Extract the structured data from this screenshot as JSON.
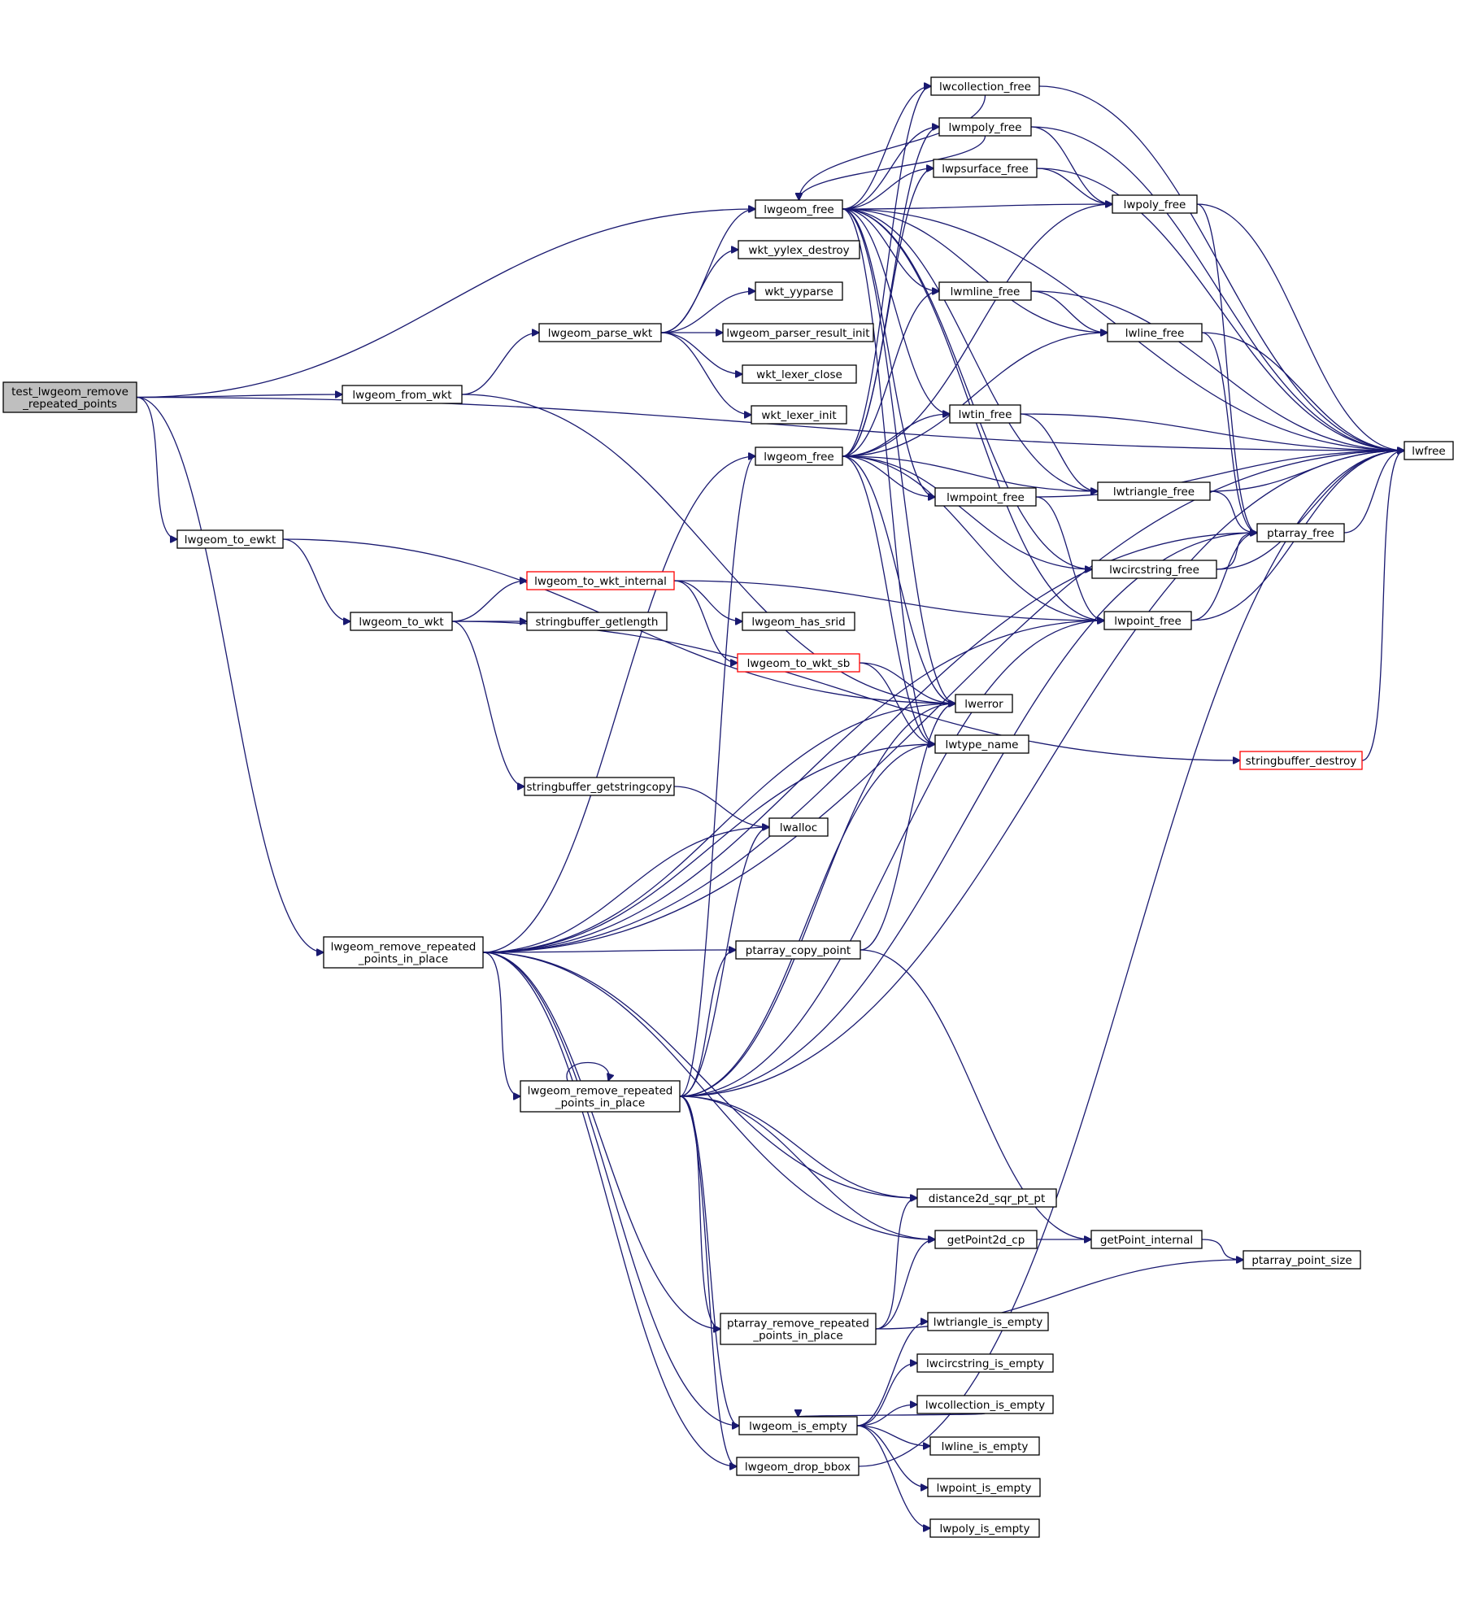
{
  "graph": {
    "nodes": [
      {
        "id": "test_lwgeom_remove_repeated_points",
        "lines": [
          "test_lwgeom_remove",
          "_repeated_points"
        ],
        "style": "root"
      },
      {
        "id": "lwgeom_free_1",
        "lines": [
          "lwgeom_free"
        ]
      },
      {
        "id": "lwgeom_from_wkt",
        "lines": [
          "lwgeom_from_wkt"
        ]
      },
      {
        "id": "lwgeom_to_ewkt",
        "lines": [
          "lwgeom_to_ewkt"
        ]
      },
      {
        "id": "lwgeom_remove_repeated_points_in_place_1",
        "lines": [
          "lwgeom_remove_repeated",
          "_points_in_place"
        ]
      },
      {
        "id": "lwfree",
        "lines": [
          "lwfree"
        ]
      },
      {
        "id": "lwcollection_free",
        "lines": [
          "lwcollection_free"
        ]
      },
      {
        "id": "lwmpoly_free",
        "lines": [
          "lwmpoly_free"
        ]
      },
      {
        "id": "lwpsurface_free",
        "lines": [
          "lwpsurface_free"
        ]
      },
      {
        "id": "lwpoly_free",
        "lines": [
          "lwpoly_free"
        ]
      },
      {
        "id": "lwmline_free",
        "lines": [
          "lwmline_free"
        ]
      },
      {
        "id": "lwline_free",
        "lines": [
          "lwline_free"
        ]
      },
      {
        "id": "lwtin_free",
        "lines": [
          "lwtin_free"
        ]
      },
      {
        "id": "lwmpoint_free",
        "lines": [
          "lwmpoint_free"
        ]
      },
      {
        "id": "lwtriangle_free",
        "lines": [
          "lwtriangle_free"
        ]
      },
      {
        "id": "lwcircstring_free",
        "lines": [
          "lwcircstring_free"
        ]
      },
      {
        "id": "lwpoint_free",
        "lines": [
          "lwpoint_free"
        ]
      },
      {
        "id": "ptarray_free",
        "lines": [
          "ptarray_free"
        ]
      },
      {
        "id": "lwerror",
        "lines": [
          "lwerror"
        ]
      },
      {
        "id": "lwtype_name",
        "lines": [
          "lwtype_name"
        ]
      },
      {
        "id": "lwgeom_parse_wkt",
        "lines": [
          "lwgeom_parse_wkt"
        ]
      },
      {
        "id": "wkt_yylex_destroy",
        "lines": [
          "wkt_yylex_destroy"
        ]
      },
      {
        "id": "wkt_yyparse",
        "lines": [
          "wkt_yyparse"
        ]
      },
      {
        "id": "lwgeom_parser_result_init",
        "lines": [
          "lwgeom_parser_result_init"
        ]
      },
      {
        "id": "wkt_lexer_close",
        "lines": [
          "wkt_lexer_close"
        ]
      },
      {
        "id": "wkt_lexer_init",
        "lines": [
          "wkt_lexer_init"
        ]
      },
      {
        "id": "lwgeom_free_2",
        "lines": [
          "lwgeom_free"
        ]
      },
      {
        "id": "lwgeom_to_wkt",
        "lines": [
          "lwgeom_to_wkt"
        ]
      },
      {
        "id": "lwgeom_to_wkt_internal",
        "lines": [
          "lwgeom_to_wkt_internal"
        ],
        "style": "red"
      },
      {
        "id": "stringbuffer_getlength",
        "lines": [
          "stringbuffer_getlength"
        ]
      },
      {
        "id": "lwgeom_has_srid",
        "lines": [
          "lwgeom_has_srid"
        ]
      },
      {
        "id": "lwgeom_to_wkt_sb",
        "lines": [
          "lwgeom_to_wkt_sb"
        ],
        "style": "red"
      },
      {
        "id": "stringbuffer_getstringcopy",
        "lines": [
          "stringbuffer_getstringcopy"
        ]
      },
      {
        "id": "lwalloc",
        "lines": [
          "lwalloc"
        ]
      },
      {
        "id": "stringbuffer_destroy",
        "lines": [
          "stringbuffer_destroy"
        ],
        "style": "red"
      },
      {
        "id": "ptarray_copy_point",
        "lines": [
          "ptarray_copy_point"
        ]
      },
      {
        "id": "lwgeom_remove_repeated_points_in_place_2",
        "lines": [
          "lwgeom_remove_repeated",
          "_points_in_place"
        ]
      },
      {
        "id": "distance2d_sqr_pt_pt",
        "lines": [
          "distance2d_sqr_pt_pt"
        ]
      },
      {
        "id": "getPoint2d_cp",
        "lines": [
          "getPoint2d_cp"
        ]
      },
      {
        "id": "getPoint_internal",
        "lines": [
          "getPoint_internal"
        ]
      },
      {
        "id": "ptarray_point_size",
        "lines": [
          "ptarray_point_size"
        ]
      },
      {
        "id": "ptarray_remove_repeated_points_in_place",
        "lines": [
          "ptarray_remove_repeated",
          "_points_in_place"
        ]
      },
      {
        "id": "lwtriangle_is_empty",
        "lines": [
          "lwtriangle_is_empty"
        ]
      },
      {
        "id": "lwcircstring_is_empty",
        "lines": [
          "lwcircstring_is_empty"
        ]
      },
      {
        "id": "lwcollection_is_empty",
        "lines": [
          "lwcollection_is_empty"
        ]
      },
      {
        "id": "lwgeom_is_empty",
        "lines": [
          "lwgeom_is_empty"
        ]
      },
      {
        "id": "lwline_is_empty",
        "lines": [
          "lwline_is_empty"
        ]
      },
      {
        "id": "lwgeom_drop_bbox",
        "lines": [
          "lwgeom_drop_bbox"
        ]
      },
      {
        "id": "lwpoint_is_empty",
        "lines": [
          "lwpoint_is_empty"
        ]
      },
      {
        "id": "lwpoly_is_empty",
        "lines": [
          "lwpoly_is_empty"
        ]
      }
    ],
    "edges": [
      [
        "test_lwgeom_remove_repeated_points",
        "lwfree"
      ],
      [
        "test_lwgeom_remove_repeated_points",
        "lwgeom_free_1"
      ],
      [
        "test_lwgeom_remove_repeated_points",
        "lwgeom_from_wkt"
      ],
      [
        "test_lwgeom_remove_repeated_points",
        "lwgeom_to_ewkt"
      ],
      [
        "test_lwgeom_remove_repeated_points",
        "lwgeom_remove_repeated_points_in_place_1"
      ],
      [
        "lwgeom_free_1",
        "lwcollection_free"
      ],
      [
        "lwgeom_free_1",
        "lwmpoly_free"
      ],
      [
        "lwgeom_free_1",
        "lwpsurface_free"
      ],
      [
        "lwgeom_free_1",
        "lwpoly_free"
      ],
      [
        "lwgeom_free_1",
        "lwmline_free"
      ],
      [
        "lwgeom_free_1",
        "lwline_free"
      ],
      [
        "lwgeom_free_1",
        "lwtin_free"
      ],
      [
        "lwgeom_free_1",
        "lwmpoint_free"
      ],
      [
        "lwgeom_free_1",
        "lwtriangle_free"
      ],
      [
        "lwgeom_free_1",
        "lwcircstring_free"
      ],
      [
        "lwgeom_free_1",
        "lwpoint_free"
      ],
      [
        "lwgeom_free_1",
        "lwerror"
      ],
      [
        "lwgeom_free_1",
        "lwtype_name"
      ],
      [
        "lwgeom_free_1",
        "lwfree"
      ],
      [
        "lwcollection_free",
        "lwgeom_free_1"
      ],
      [
        "lwcollection_free",
        "lwfree"
      ],
      [
        "lwmpoly_free",
        "lwgeom_free_1"
      ],
      [
        "lwmpoly_free",
        "lwpoly_free"
      ],
      [
        "lwmpoly_free",
        "lwfree"
      ],
      [
        "lwpsurface_free",
        "lwpoly_free"
      ],
      [
        "lwpsurface_free",
        "lwfree"
      ],
      [
        "lwpoly_free",
        "ptarray_free"
      ],
      [
        "lwpoly_free",
        "lwfree"
      ],
      [
        "lwmline_free",
        "lwline_free"
      ],
      [
        "lwmline_free",
        "lwfree"
      ],
      [
        "lwline_free",
        "ptarray_free"
      ],
      [
        "lwline_free",
        "lwfree"
      ],
      [
        "lwtin_free",
        "lwtriangle_free"
      ],
      [
        "lwtin_free",
        "lwfree"
      ],
      [
        "lwmpoint_free",
        "lwpoint_free"
      ],
      [
        "lwmpoint_free",
        "lwfree"
      ],
      [
        "lwtriangle_free",
        "ptarray_free"
      ],
      [
        "lwtriangle_free",
        "lwfree"
      ],
      [
        "lwcircstring_free",
        "ptarray_free"
      ],
      [
        "lwcircstring_free",
        "lwfree"
      ],
      [
        "lwpoint_free",
        "ptarray_free"
      ],
      [
        "lwpoint_free",
        "lwfree"
      ],
      [
        "ptarray_free",
        "lwfree"
      ],
      [
        "lwgeom_from_wkt",
        "lwgeom_parse_wkt"
      ],
      [
        "lwgeom_from_wkt",
        "lwerror"
      ],
      [
        "lwgeom_parse_wkt",
        "lwgeom_free_1"
      ],
      [
        "lwgeom_parse_wkt",
        "wkt_yylex_destroy"
      ],
      [
        "lwgeom_parse_wkt",
        "wkt_yyparse"
      ],
      [
        "lwgeom_parse_wkt",
        "lwgeom_parser_result_init"
      ],
      [
        "lwgeom_parse_wkt",
        "wkt_lexer_close"
      ],
      [
        "lwgeom_parse_wkt",
        "wkt_lexer_init"
      ],
      [
        "lwgeom_to_ewkt",
        "lwgeom_to_wkt"
      ],
      [
        "lwgeom_to_ewkt",
        "lwerror"
      ],
      [
        "lwgeom_to_wkt",
        "lwgeom_to_wkt_internal"
      ],
      [
        "lwgeom_to_wkt",
        "stringbuffer_getlength"
      ],
      [
        "lwgeom_to_wkt",
        "stringbuffer_getstringcopy"
      ],
      [
        "lwgeom_to_wkt",
        "stringbuffer_destroy"
      ],
      [
        "lwgeom_to_wkt_internal",
        "lwgeom_has_srid"
      ],
      [
        "lwgeom_to_wkt_internal",
        "lwgeom_to_wkt_sb"
      ],
      [
        "lwgeom_to_wkt_internal",
        "lwpoint_free"
      ],
      [
        "lwgeom_to_wkt_sb",
        "lwerror"
      ],
      [
        "lwgeom_to_wkt_sb",
        "lwtype_name"
      ],
      [
        "stringbuffer_getstringcopy",
        "lwalloc"
      ],
      [
        "stringbuffer_destroy",
        "lwfree"
      ],
      [
        "lwgeom_free_2",
        "lwcollection_free"
      ],
      [
        "lwgeom_free_2",
        "lwmpoly_free"
      ],
      [
        "lwgeom_free_2",
        "lwpsurface_free"
      ],
      [
        "lwgeom_free_2",
        "lwpoly_free"
      ],
      [
        "lwgeom_free_2",
        "lwmline_free"
      ],
      [
        "lwgeom_free_2",
        "lwline_free"
      ],
      [
        "lwgeom_free_2",
        "lwtin_free"
      ],
      [
        "lwgeom_free_2",
        "lwmpoint_free"
      ],
      [
        "lwgeom_free_2",
        "lwtriangle_free"
      ],
      [
        "lwgeom_free_2",
        "lwcircstring_free"
      ],
      [
        "lwgeom_free_2",
        "lwpoint_free"
      ],
      [
        "lwgeom_free_2",
        "lwerror"
      ],
      [
        "lwgeom_free_2",
        "lwtype_name"
      ],
      [
        "lwgeom_remove_repeated_points_in_place_1",
        "lwgeom_free_2"
      ],
      [
        "lwgeom_remove_repeated_points_in_place_1",
        "lwerror"
      ],
      [
        "lwgeom_remove_repeated_points_in_place_1",
        "ptarray_free"
      ],
      [
        "lwgeom_remove_repeated_points_in_place_1",
        "lwalloc"
      ],
      [
        "lwgeom_remove_repeated_points_in_place_1",
        "lwtype_name"
      ],
      [
        "lwgeom_remove_repeated_points_in_place_1",
        "lwpoint_free"
      ],
      [
        "lwgeom_remove_repeated_points_in_place_1",
        "ptarray_copy_point"
      ],
      [
        "lwgeom_remove_repeated_points_in_place_1",
        "lwgeom_remove_repeated_points_in_place_2"
      ],
      [
        "lwgeom_remove_repeated_points_in_place_1",
        "distance2d_sqr_pt_pt"
      ],
      [
        "lwgeom_remove_repeated_points_in_place_1",
        "getPoint2d_cp"
      ],
      [
        "lwgeom_remove_repeated_points_in_place_1",
        "ptarray_remove_repeated_points_in_place"
      ],
      [
        "lwgeom_remove_repeated_points_in_place_1",
        "lwgeom_is_empty"
      ],
      [
        "lwgeom_remove_repeated_points_in_place_1",
        "lwgeom_drop_bbox"
      ],
      [
        "lwgeom_remove_repeated_points_in_place_1",
        "lwfree"
      ],
      [
        "ptarray_copy_point",
        "lwerror"
      ],
      [
        "ptarray_copy_point",
        "getPoint_internal"
      ],
      [
        "lwgeom_remove_repeated_points_in_place_2",
        "lwgeom_remove_repeated_points_in_place_2"
      ],
      [
        "lwgeom_remove_repeated_points_in_place_2",
        "lwgeom_free_2"
      ],
      [
        "lwgeom_remove_repeated_points_in_place_2",
        "lwalloc"
      ],
      [
        "lwgeom_remove_repeated_points_in_place_2",
        "ptarray_copy_point"
      ],
      [
        "lwgeom_remove_repeated_points_in_place_2",
        "lwerror"
      ],
      [
        "lwgeom_remove_repeated_points_in_place_2",
        "lwtype_name"
      ],
      [
        "lwgeom_remove_repeated_points_in_place_2",
        "lwpoint_free"
      ],
      [
        "lwgeom_remove_repeated_points_in_place_2",
        "ptarray_free"
      ],
      [
        "lwgeom_remove_repeated_points_in_place_2",
        "lwfree"
      ],
      [
        "lwgeom_remove_repeated_points_in_place_2",
        "distance2d_sqr_pt_pt"
      ],
      [
        "lwgeom_remove_repeated_points_in_place_2",
        "getPoint2d_cp"
      ],
      [
        "lwgeom_remove_repeated_points_in_place_2",
        "ptarray_remove_repeated_points_in_place"
      ],
      [
        "lwgeom_remove_repeated_points_in_place_2",
        "lwgeom_is_empty"
      ],
      [
        "lwgeom_remove_repeated_points_in_place_2",
        "lwgeom_drop_bbox"
      ],
      [
        "getPoint2d_cp",
        "getPoint_internal"
      ],
      [
        "getPoint_internal",
        "ptarray_point_size"
      ],
      [
        "ptarray_remove_repeated_points_in_place",
        "distance2d_sqr_pt_pt"
      ],
      [
        "ptarray_remove_repeated_points_in_place",
        "getPoint2d_cp"
      ],
      [
        "ptarray_remove_repeated_points_in_place",
        "ptarray_point_size"
      ],
      [
        "lwgeom_is_empty",
        "lwtriangle_is_empty"
      ],
      [
        "lwgeom_is_empty",
        "lwcircstring_is_empty"
      ],
      [
        "lwgeom_is_empty",
        "lwcollection_is_empty"
      ],
      [
        "lwgeom_is_empty",
        "lwline_is_empty"
      ],
      [
        "lwgeom_is_empty",
        "lwpoint_is_empty"
      ],
      [
        "lwgeom_is_empty",
        "lwpoly_is_empty"
      ],
      [
        "lwcollection_is_empty",
        "lwgeom_is_empty"
      ],
      [
        "lwgeom_drop_bbox",
        "lwfree"
      ]
    ]
  }
}
